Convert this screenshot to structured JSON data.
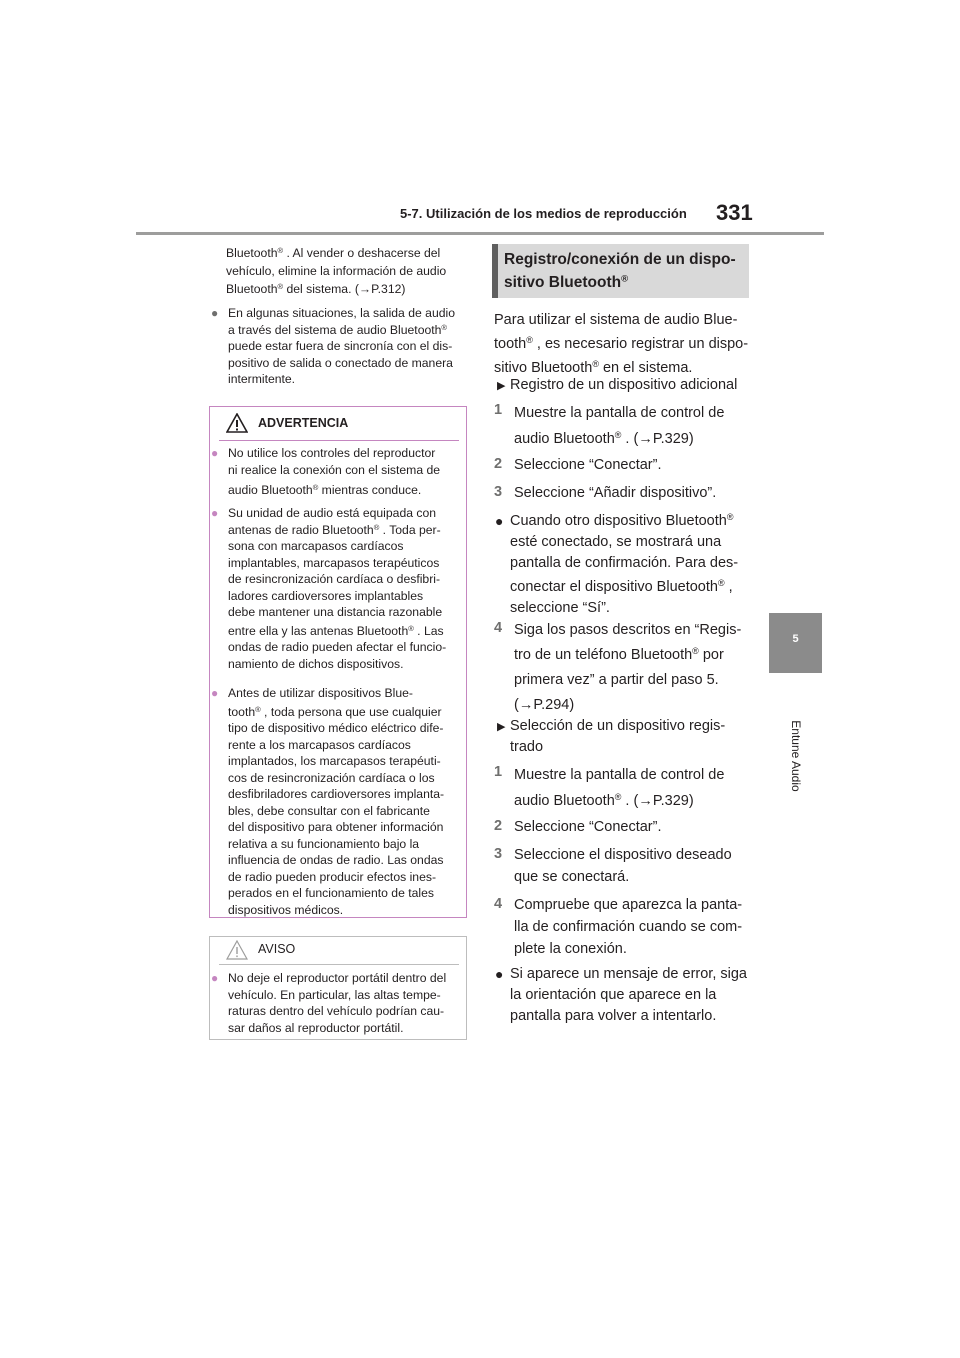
{
  "header": {
    "section_title": "5-7. Utilización de los medios de reproducción",
    "page_number": "331"
  },
  "side_tab": {
    "number": "5",
    "label": "Entune Audio"
  },
  "left": {
    "intro_lines": [
      "Bluetooth® . Al vender o deshacerse del",
      "vehículo, elimine la información de audio",
      "Bluetooth® del sistema. (→P.312)"
    ],
    "bullet2_lines": [
      "En algunas situaciones, la salida de audio",
      "a través del sistema de audio Bluetooth®",
      "puede estar fuera de sincronía con el dis-",
      "positivo de salida o conectado de manera",
      "intermitente."
    ]
  },
  "warning": {
    "title": "ADVERTENCIA",
    "items": [
      [
        "No utilice los controles del reproductor",
        "ni realice la conexión con el sistema de",
        "audio Bluetooth® mientras conduce."
      ],
      [
        "Su unidad de audio está equipada con",
        "antenas de radio Bluetooth® . Toda per-",
        "sona con marcapasos cardíacos",
        "implantables, marcapasos terapéuticos",
        "de resincronización cardíaca o desfibri-",
        "ladores cardioversores implantables",
        "debe mantener una distancia razonable",
        "entre ella y las antenas Bluetooth® . Las",
        "ondas de radio pueden afectar el funcio-",
        "namiento de dichos dispositivos."
      ],
      [
        "Antes de utilizar dispositivos Blue-",
        "tooth® , toda persona que use cualquier",
        "tipo de dispositivo médico eléctrico dife-",
        "rente a los marcapasos cardíacos",
        "implantados, los marcapasos terapéuti-",
        "cos de resincronización cardíaca o los",
        "desfibriladores cardioversores implanta-",
        "bles, debe consultar con el fabricante",
        "del dispositivo para obtener información",
        "relativa a su funcionamiento bajo la",
        "influencia de ondas de radio. Las ondas",
        "de radio pueden producir efectos ines-",
        "perados en el funcionamiento de tales",
        "dispositivos médicos."
      ]
    ]
  },
  "notice": {
    "title": "AVISO",
    "items": [
      [
        "No deje el reproductor portátil dentro del",
        "vehículo. En particular, las altas tempe-",
        "raturas dentro del vehículo podrían cau-",
        "sar daños al reproductor portátil."
      ]
    ]
  },
  "right": {
    "heading_lines": [
      "Registro/conexión de un dispo-",
      "sitivo Bluetooth®"
    ],
    "intro_lines": [
      "Para utilizar el sistema de audio Blue-",
      "tooth® , es necesario registrar un dispo-",
      "sitivo Bluetooth® en el sistema."
    ],
    "sub1": "Registro de un dispositivo adicional",
    "sub1_steps": [
      {
        "n": "1",
        "lines": [
          "Muestre la pantalla de control de",
          "audio Bluetooth® . (→P.329)"
        ]
      },
      {
        "n": "2",
        "lines": [
          "Seleccione “Conectar”."
        ]
      },
      {
        "n": "3",
        "lines": [
          "Seleccione “Añadir dispositivo”."
        ]
      }
    ],
    "note1_lines": [
      "Cuando otro dispositivo Bluetooth®",
      "esté conectado, se mostrará una",
      "pantalla de confirmación. Para des-",
      "conectar el dispositivo Bluetooth® ,",
      "seleccione “Sí”."
    ],
    "step4": {
      "n": "4",
      "lines": [
        "Siga los pasos descritos en “Regis-",
        "tro de un teléfono Bluetooth® por",
        "primera vez” a partir del paso 5.",
        "(→P.294)"
      ]
    },
    "sub2_lines": [
      "Selección de un dispositivo regis-",
      "trado"
    ],
    "sub2_steps": [
      {
        "n": "1",
        "lines": [
          "Muestre la pantalla de control de",
          "audio Bluetooth® . (→P.329)"
        ]
      },
      {
        "n": "2",
        "lines": [
          "Seleccione “Conectar”."
        ]
      },
      {
        "n": "3",
        "lines": [
          "Seleccione el dispositivo deseado",
          "que se conectará."
        ]
      },
      {
        "n": "4",
        "lines": [
          "Compruebe que aparezca la panta-",
          "lla de confirmación cuando se com-",
          "plete la conexión."
        ]
      }
    ],
    "note2_lines": [
      "Si aparece un mensaje de error, siga",
      "la orientación que aparece en la",
      "pantalla para volver a intentarlo."
    ]
  },
  "colors": {
    "accent": "#c586c0",
    "tab_gray": "#8b8b8b",
    "heading_bg": "#d9d9d9",
    "rule_gray": "#9d9d9c"
  },
  "icons": {
    "warning": "warning-triangle-icon",
    "notice": "notice-triangle-icon",
    "arrow": "arrow-right-icon"
  }
}
